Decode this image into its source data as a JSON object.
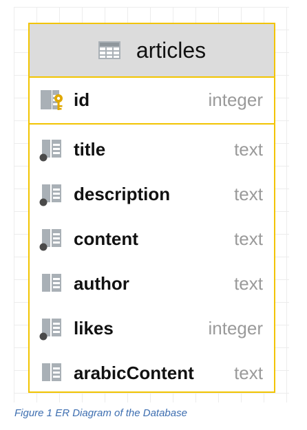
{
  "table": {
    "name": "articles",
    "icon": "table-icon",
    "primary_key": {
      "name": "id",
      "type": "integer",
      "icon": "primary-key-column-icon"
    },
    "columns": [
      {
        "name": "title",
        "type": "text",
        "icon": "required-column-icon"
      },
      {
        "name": "description",
        "type": "text",
        "icon": "required-column-icon"
      },
      {
        "name": "content",
        "type": "text",
        "icon": "required-column-icon"
      },
      {
        "name": "author",
        "type": "text",
        "icon": "column-icon"
      },
      {
        "name": "likes",
        "type": "integer",
        "icon": "required-column-icon"
      },
      {
        "name": "arabicContent",
        "type": "text",
        "icon": "column-icon"
      }
    ]
  },
  "caption": "Figure 1 ER Diagram of the Database",
  "colors": {
    "border": "#f2c400",
    "header_bg": "#dcdcdc",
    "icon_gray": "#a9b0b6",
    "key_gold": "#e0a800",
    "type_text": "#9a9a9a",
    "caption_text": "#3d6eb0"
  }
}
